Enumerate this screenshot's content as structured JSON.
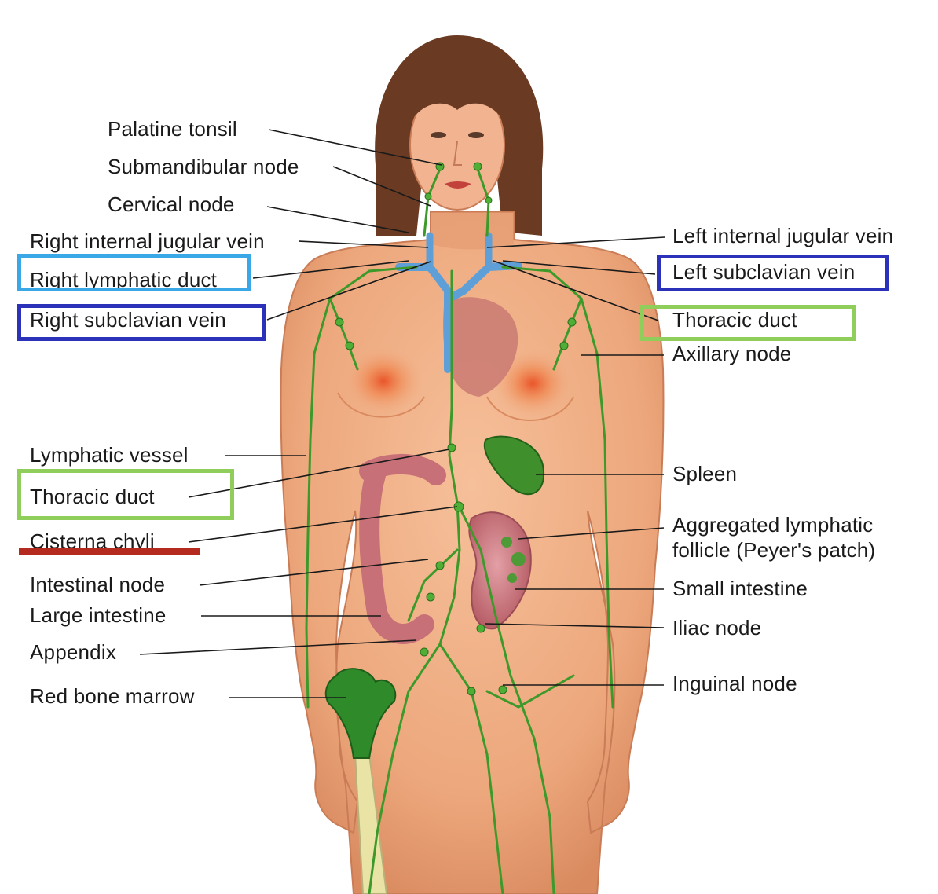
{
  "labels_left": {
    "palatine_tonsil": "Palatine tonsil",
    "submandibular_node": "Submandibular node",
    "cervical_node": "Cervical node",
    "right_internal_jugular_vein": "Right internal jugular vein",
    "right_lymphatic_duct": "Right lymphatic duct",
    "right_subclavian_vein": "Right subclavian vein",
    "lymphatic_vessel": "Lymphatic vessel",
    "thoracic_duct": "Thoracic duct",
    "cisterna_chyli": "Cisterna chyli",
    "intestinal_node": "Intestinal node",
    "large_intestine": "Large intestine",
    "appendix": "Appendix",
    "red_bone_marrow": "Red bone marrow"
  },
  "labels_right": {
    "left_internal_jugular_vein": "Left internal jugular vein",
    "left_subclavian_vein": "Left subclavian vein",
    "thoracic_duct": "Thoracic duct",
    "axillary_node": "Axillary node",
    "spleen": "Spleen",
    "aggregated_lymphatic_follicle_line1": "Aggregated lymphatic",
    "aggregated_lymphatic_follicle_line2": "follicle (Peyer's patch)",
    "small_intestine": "Small intestine",
    "iliac_node": "Iliac node",
    "inguinal_node": "Inguinal node"
  },
  "highlight_colors": {
    "light_blue_box": "#3aa8e6",
    "dark_blue_box": "#2b31b8",
    "green_box": "#8fce5a",
    "red_underline": "#b52a1e"
  },
  "art_colors": {
    "skin": "#f0b088",
    "skin_shadow": "#d9875e",
    "hair": "#6b3a22",
    "lymph": "#3d9a2a",
    "vein": "#5d9fd6",
    "bone_marrow": "#2f8a2a"
  }
}
